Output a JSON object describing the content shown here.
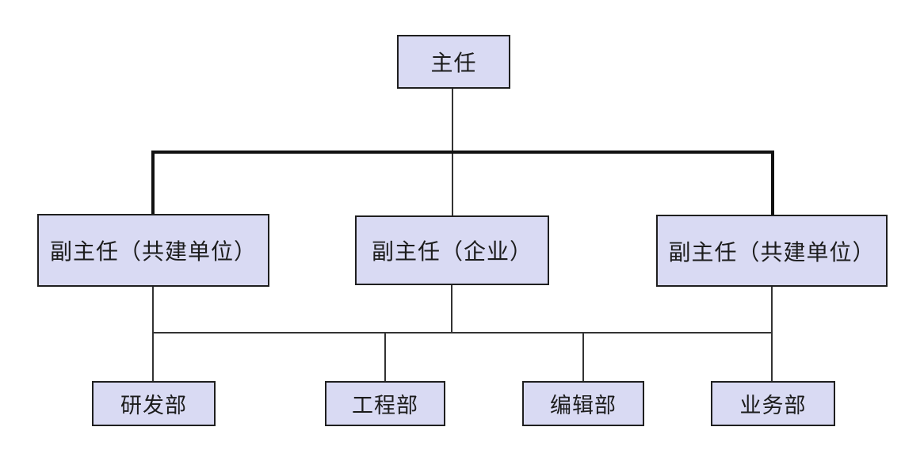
{
  "diagram": {
    "type": "org-chart",
    "background": "#ffffff",
    "colors": {
      "node_fill": "#d9daf3",
      "node_border": "#1f1f1f",
      "connector_thin": "#333333",
      "connector_thick": "#111111",
      "text": "#1c1c1c"
    },
    "nodes": {
      "director": {
        "label": "主任",
        "level": 1
      },
      "deputies": [
        {
          "label": "副主任（共建单位）",
          "level": 2
        },
        {
          "label": "副主任（企业）",
          "level": 2
        },
        {
          "label": "副主任（共建单位）",
          "level": 2
        }
      ],
      "departments": [
        {
          "label": "研发部",
          "level": 3
        },
        {
          "label": "工程部",
          "level": 3
        },
        {
          "label": "编辑部",
          "level": 3
        },
        {
          "label": "业务部",
          "level": 3
        }
      ]
    },
    "edges": [
      {
        "from": "director",
        "to": "deputies",
        "style": "thick-bus"
      },
      {
        "from": "deputies",
        "to": "departments",
        "style": "thin-bus"
      }
    ]
  }
}
